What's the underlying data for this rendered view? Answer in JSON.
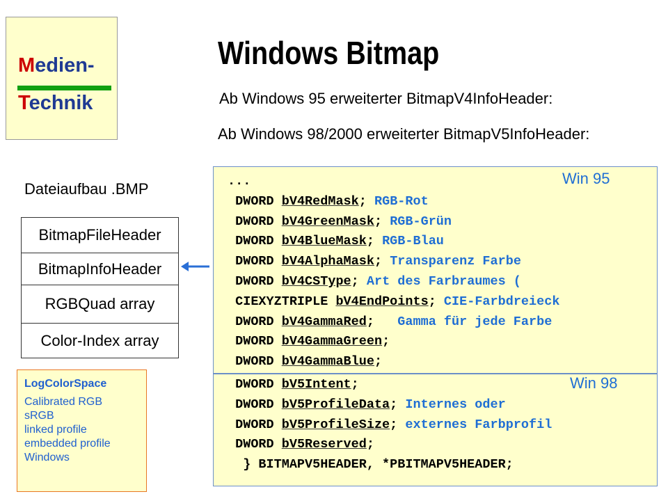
{
  "logo": {
    "line1_initial": "M",
    "line1_rest": "edien-",
    "line2_initial": "T",
    "line2_rest": "echnik"
  },
  "title": "Windows Bitmap",
  "subtitles": [
    "Ab Windows 95 erweiterter BitmapV4InfoHeader:",
    "Ab Windows 98/2000 erweiterter BitmapV5InfoHeader:"
  ],
  "file_structure": {
    "label": "Dateiaufbau .BMP",
    "boxes": [
      "BitmapFileHeader",
      "BitmapInfoHeader",
      "RGBQuad array",
      "Color-Index array"
    ]
  },
  "logcolorspace": {
    "title": "LogColorSpace",
    "items": [
      "Calibrated RGB",
      "sRGB",
      "linked profile",
      "embedded profile",
      "Windows"
    ]
  },
  "colors": {
    "comment": "#1f6ed4",
    "logo_red": "#cc0000",
    "logo_blue": "#1f3a93",
    "logo_bar": "#11a011",
    "panel_bg": "#ffffcc"
  },
  "code_v4": {
    "badge": "Win 95",
    "ellipsis": "...",
    "lines": [
      {
        "type": "DWORD",
        "member": "bV4RedMask",
        "comment": "RGB-Rot"
      },
      {
        "type": "DWORD",
        "member": "bV4GreenMask",
        "comment": "RGB-Grün"
      },
      {
        "type": "DWORD",
        "member": "bV4BlueMask",
        "comment": "RGB-Blau"
      },
      {
        "type": "DWORD",
        "member": "bV4AlphaMask",
        "comment": "Transparenz Farbe"
      },
      {
        "type": "DWORD",
        "member": "bV4CSType",
        "comment": "Art des Farbraumes ("
      },
      {
        "type": "CIEXYZTRIPLE",
        "member": "bV4EndPoints",
        "comment": "CIE-Farbdreieck"
      },
      {
        "type": "DWORD",
        "member": "bV4GammaRed",
        "comment": "  Gamma für jede Farbe"
      },
      {
        "type": "DWORD",
        "member": "bV4GammaGreen",
        "comment": ""
      },
      {
        "type": "DWORD",
        "member": "bV4GammaBlue",
        "comment": ""
      }
    ]
  },
  "code_v5": {
    "badge": "Win 98",
    "lines": [
      {
        "type": "DWORD",
        "member": "bV5Intent",
        "comment": ""
      },
      {
        "type": "DWORD",
        "member": "bV5ProfileData",
        "comment": "Internes oder"
      },
      {
        "type": "DWORD",
        "member": "bV5ProfileSize",
        "comment": "externes Farbprofil"
      },
      {
        "type": "DWORD",
        "member": "bV5Reserved",
        "comment": ""
      }
    ],
    "closing": "} BITMAPV5HEADER, *PBITMAPV5HEADER;"
  }
}
